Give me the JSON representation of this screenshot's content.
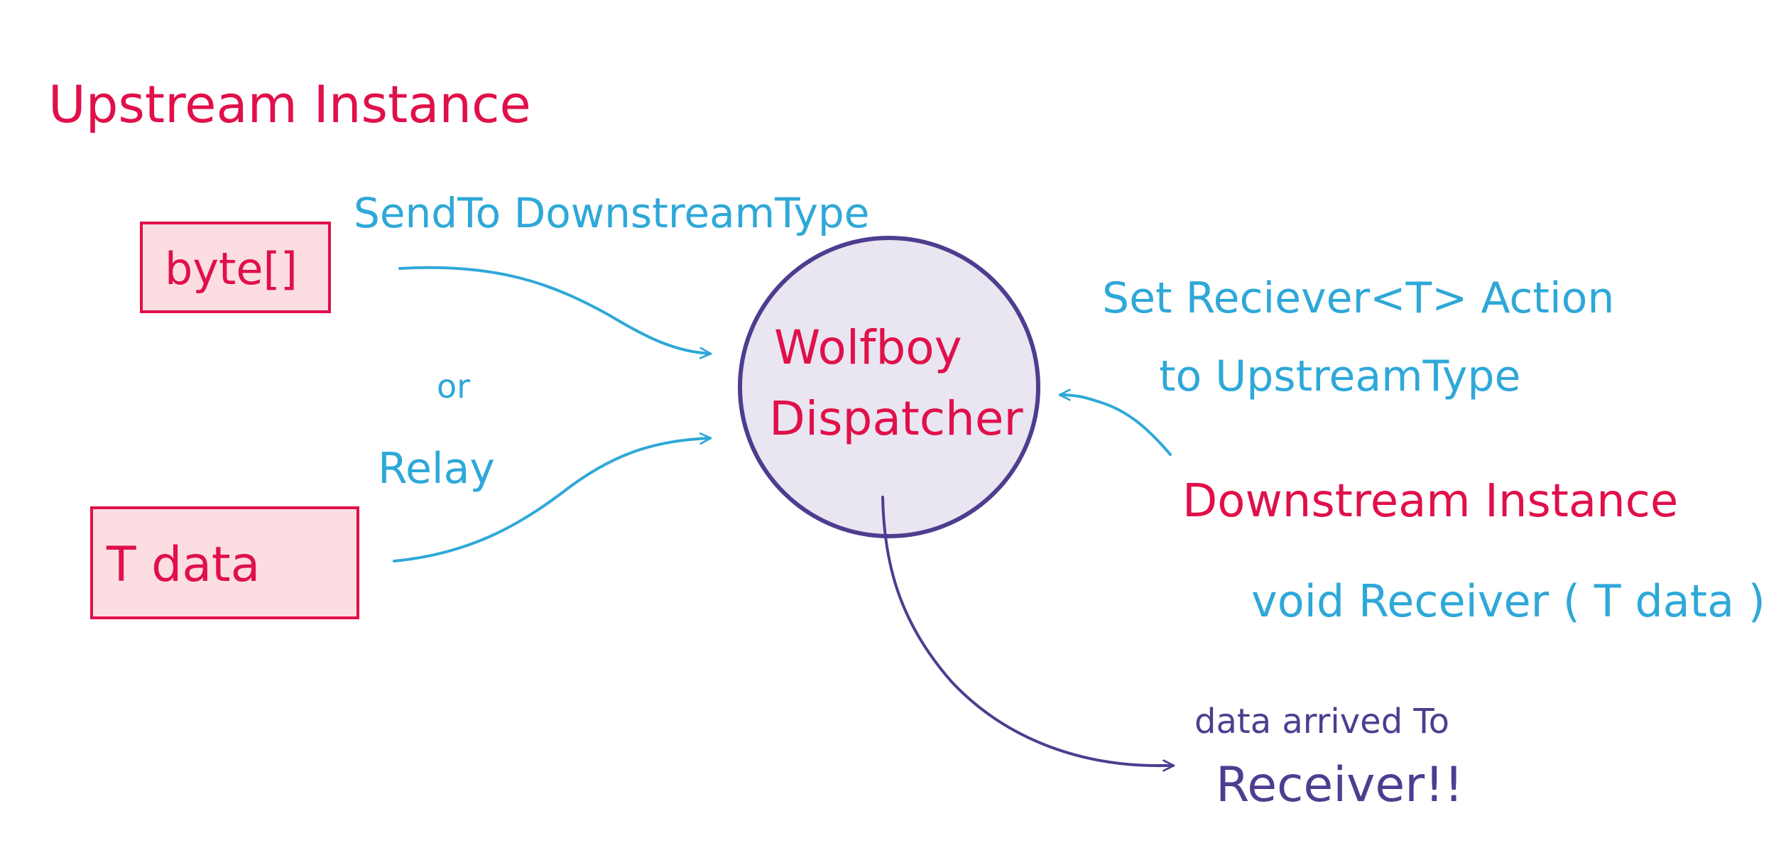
{
  "colors": {
    "red": "#e0104a",
    "red_fill": "#fbdde2",
    "blue": "#2ea8d8",
    "purple": "#4e3d8f",
    "circle_fill": "#e9e5f1",
    "background": "#ffffff"
  },
  "labels": {
    "upstream_instance": "Upstream Instance",
    "send_to_downstream": "SendTo DownstreamType",
    "or": "or",
    "relay": "Relay",
    "dispatcher_line1": "Wolfboy",
    "dispatcher_line2": "Dispatcher",
    "set_receiver_line1": "Set Reciever<T> Action",
    "set_receiver_line2": "to UpstreamType",
    "downstream_instance": "Downstream Instance",
    "void_receiver": "void Receiver ( T data )",
    "data_arrived_line1": "data arrived To",
    "data_arrived_line2": "Receiver!!"
  },
  "boxes": {
    "byte_array": "byte[]",
    "t_data": "T data"
  }
}
